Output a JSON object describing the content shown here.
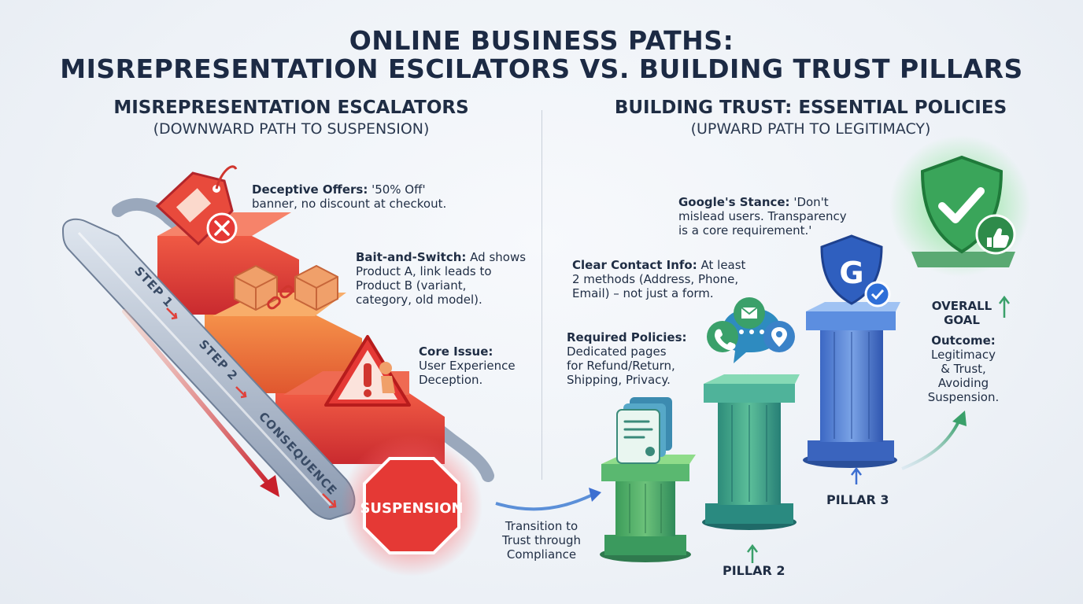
{
  "header": {
    "title_line1": "ONLINE BUSINESS PATHS:",
    "title_line2": "MISREPRESENTATION ESCILATORS VS. BUILDING TRUST PILLARS"
  },
  "left": {
    "title": "MISREPRESENTATION ESCALATORS",
    "subtitle": "(DOWNWARD PATH TO SUSPENSION)",
    "escalator_labels": [
      "STEP 1",
      "STEP 2",
      "CONSEQUENCE"
    ],
    "stop_sign": "SUSPENSION",
    "callouts": [
      {
        "heading": "Deceptive Offers:",
        "body_first": " '50% Off'",
        "body_rest": "banner, no discount at checkout."
      },
      {
        "heading": "Bait-and-Switch:",
        "body_first": " Ad shows",
        "body_rest": "Product A, link leads to\nProduct B (variant,\ncategory, old model)."
      },
      {
        "heading": "Core Issue:",
        "body_first": "",
        "body_rest": "User Experience\nDeception."
      }
    ],
    "transition": "Transition to\nTrust through\nCompliance"
  },
  "right": {
    "title": "BUILDING TRUST: ESSENTIAL POLICIES",
    "subtitle": "(UPWARD PATH TO LEGITIMACY)",
    "callouts": [
      {
        "heading": "Google's Stance:",
        "body_first": " 'Don't",
        "body_rest": "mislead users. Transparency\nis a core requirement.'"
      },
      {
        "heading": "Clear Contact Info:",
        "body_first": " At least",
        "body_rest": "2 methods (Address, Phone,\nEmail) – not just a form."
      },
      {
        "heading": "Required Policies:",
        "body_first": "",
        "body_rest": "Dedicated pages\nfor Refund/Return,\nShipping, Privacy."
      }
    ],
    "pillar_labels": [
      "PILLAR 2",
      "PILLAR 3"
    ],
    "goal_label": "OVERALL\nGOAL",
    "outcome_heading": "Outcome:",
    "outcome_body": "Legitimacy\n& Trust,\nAvoiding\nSuspension.",
    "badge_letter": "G"
  },
  "colors": {
    "red": "#e0413a",
    "orange": "#ee7a3a",
    "green": "#4cb56a",
    "teal": "#2e9aa0",
    "blue": "#3d6fd1"
  }
}
